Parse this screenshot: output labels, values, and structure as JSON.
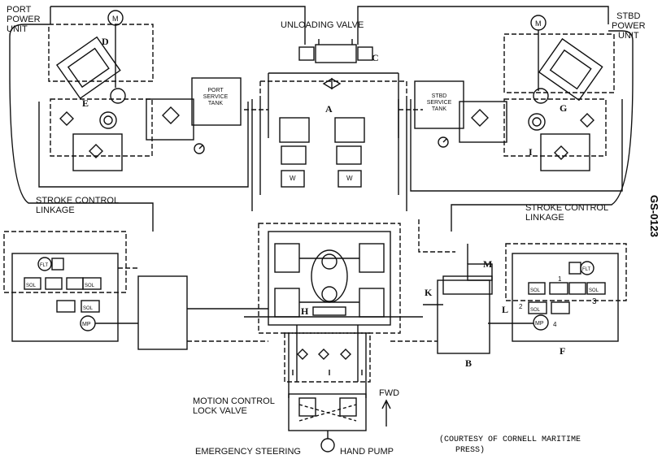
{
  "labels": {
    "port_power_unit": [
      "PORT",
      "POWER",
      "UNIT"
    ],
    "stbd_power_unit": [
      "STBD",
      "POWER",
      "UNIT"
    ],
    "unloading_valve": "UNLOADING VALVE",
    "port_service_tank": [
      "PORT",
      "SERVICE",
      "TANK"
    ],
    "stbd_service_tank": [
      "STBD",
      "SERVICE",
      "TANK"
    ],
    "stroke_control_linkage_left": [
      "STROKE CONTROL",
      "LINKAGE"
    ],
    "stroke_control_linkage_right": [
      "STROKE CONTROL",
      "LINKAGE"
    ],
    "motion_control_lock_valve": [
      "MOTION CONTROL",
      "LOCK VALVE"
    ],
    "emergency_steering": "EMERGENCY STEERING",
    "hand_pump": "HAND PUMP",
    "fwd": "FWD",
    "drawing_id": "GS-0123",
    "courtesy": [
      "(COURTESY OF CORNELL MARITIME",
      "PRESS)"
    ]
  },
  "letters": {
    "A": "A",
    "B": "B",
    "C": "C",
    "D": "D",
    "E": "E",
    "F": "F",
    "G": "G",
    "H": "H",
    "I": "I",
    "K": "K",
    "L": "L",
    "M": "M"
  },
  "symbols": {
    "motor": "M",
    "solenoid": "SOL",
    "flt": "FLT",
    "mp": "MP",
    "w": "W",
    "num1": "1",
    "num2": "2",
    "num3": "3",
    "num4": "4"
  }
}
